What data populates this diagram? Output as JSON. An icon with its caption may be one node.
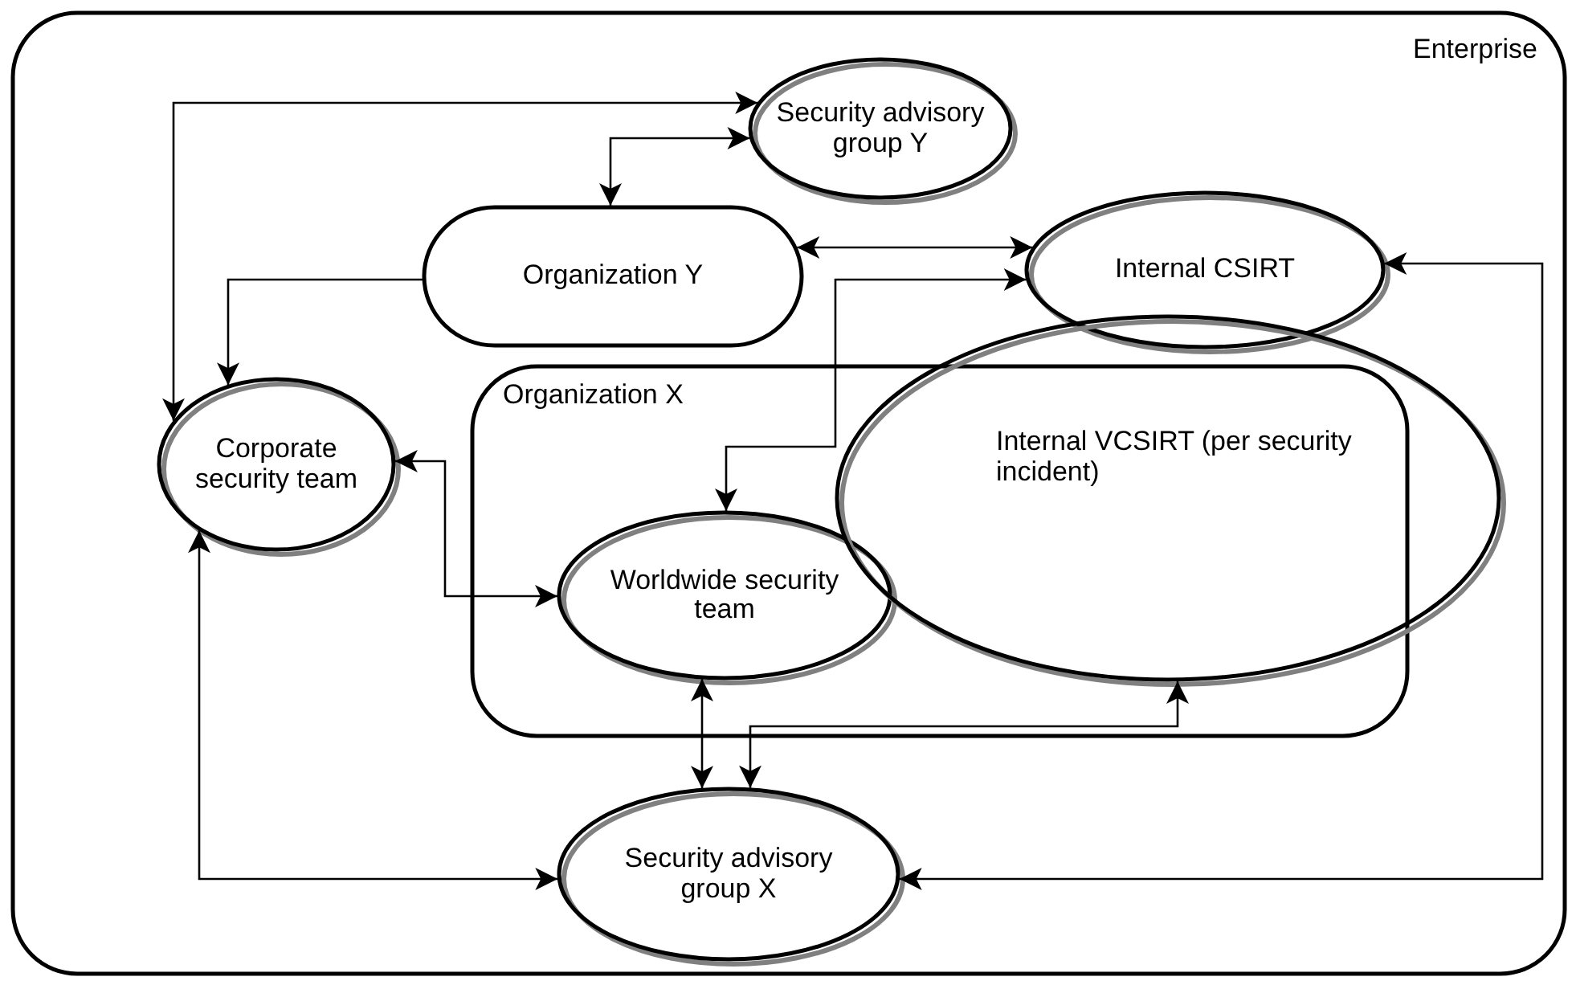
{
  "diagram": {
    "nodes": [
      {
        "text": [
          "Enterprise"
        ]
      },
      {
        "text": [
          "Security advisory group Y"
        ],
        "in": 0
      },
      {
        "text": [
          "Organization Y"
        ],
        "in": 0
      },
      {
        "text": [
          "Internal CSIRT"
        ],
        "in": 0
      },
      {
        "text": [
          "Corporate security team"
        ],
        "in": 0
      },
      {
        "text": [
          "Organization X"
        ],
        "in": 0
      },
      {
        "text": [
          "Internal VCSIRT (per security incident)"
        ],
        "in": 0
      },
      {
        "text": [
          "Worldwide security team"
        ],
        "in": 5
      },
      {
        "text": [
          "Security advisory group X"
        ],
        "in": 0
      }
    ],
    "edges": [
      {
        "from": 1,
        "to": 4,
        "arrow": "both"
      },
      {
        "from": 1,
        "to": 2,
        "arrow": "both"
      },
      {
        "from": 2,
        "to": 4,
        "arrow": "to"
      },
      {
        "from": 2,
        "to": 3,
        "arrow": "both"
      },
      {
        "from": 3,
        "to": 7,
        "arrow": "both"
      },
      {
        "from": 4,
        "to": 7,
        "arrow": "both"
      },
      {
        "from": 7,
        "to": 8,
        "arrow": "both"
      },
      {
        "from": 6,
        "to": 8,
        "arrow": "both"
      },
      {
        "from": 4,
        "to": 8,
        "arrow": "both"
      },
      {
        "from": 3,
        "to": 8,
        "arrow": "both"
      }
    ]
  }
}
